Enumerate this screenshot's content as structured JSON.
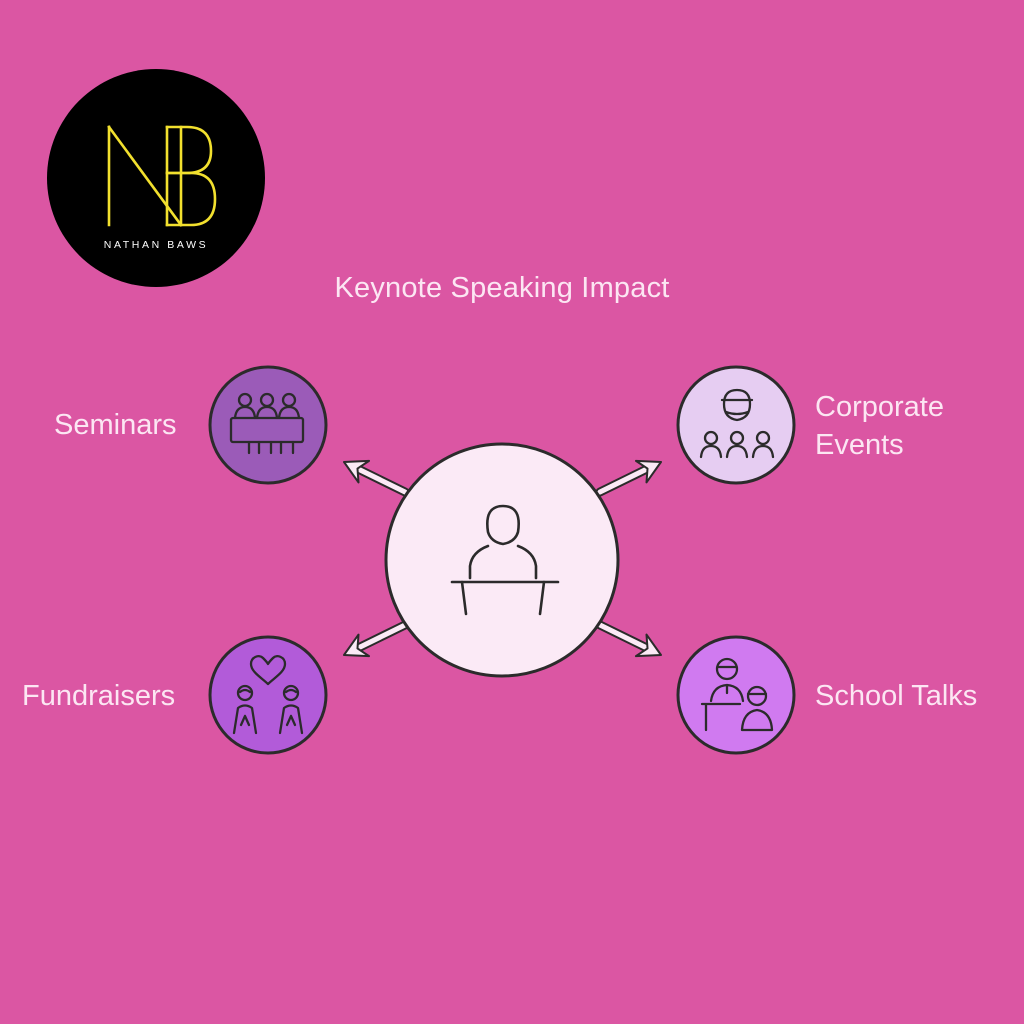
{
  "logo": {
    "brand_text": "NATHAN BAWS",
    "monogram": "NB"
  },
  "diagram": {
    "title": "Keynote Speaking Impact",
    "center": {
      "icon": "speaker-at-podium-icon"
    },
    "nodes": [
      {
        "id": "seminars",
        "label": "Seminars",
        "icon": "seminar-group-icon",
        "color": "#9B5BB8"
      },
      {
        "id": "corporate",
        "label": "Corporate Events",
        "icon": "corporate-audience-icon",
        "color": "#E6CDF2"
      },
      {
        "id": "fundraisers",
        "label": "Fundraisers",
        "icon": "heart-people-icon",
        "color": "#B25BD9"
      },
      {
        "id": "school",
        "label": "School Talks",
        "icon": "teacher-student-icon",
        "color": "#D07AF0"
      }
    ]
  },
  "colors": {
    "background": "#DB56A3",
    "center_fill": "#FBEAF6",
    "outline": "#2B2B2B",
    "text": "#FCE6F3",
    "logo_gold": "#F2E02E"
  }
}
